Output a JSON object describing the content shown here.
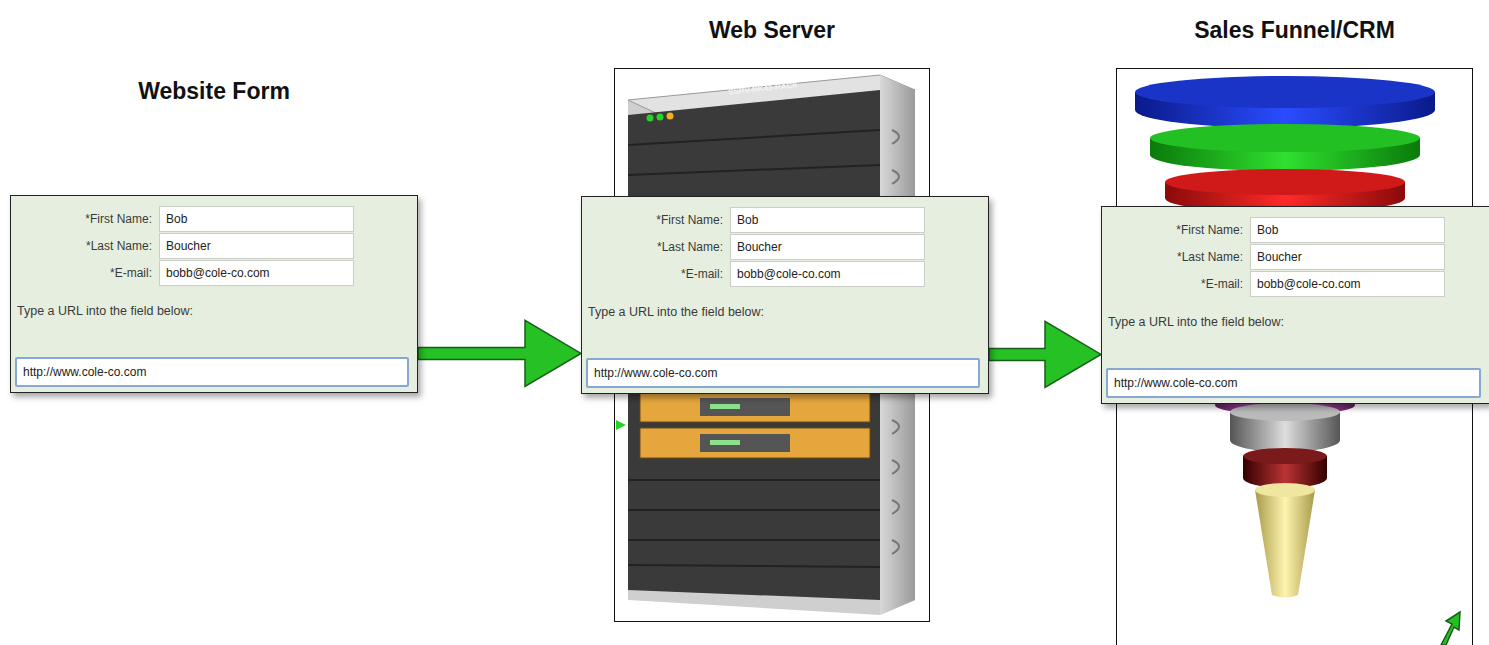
{
  "diagram": {
    "nodes": [
      {
        "text": [
          "Website Form",
          "*First Name:",
          "Bob",
          "*Last Name:",
          "Boucher",
          "*E-mail:",
          "bobb@cole-co.com",
          "Type a URL into the field below:",
          "http://www.cole-co.com"
        ]
      },
      {
        "text": [
          "Web Server"
        ]
      },
      {
        "text": [
          "*First Name:",
          "Bob",
          "*Last Name:",
          "Boucher",
          "*E-mail:",
          "bobb@cole-co.com",
          "Type a URL into the field below:",
          "http://www.cole-co.com"
        ],
        "in": 1
      },
      {
        "text": [
          "Sales Funnel/CRM"
        ]
      },
      {
        "text": [
          "*First Name:",
          "Bob",
          "*Last Name:",
          "Boucher",
          "*E-mail:",
          "bobb@cole-co.com",
          "Type a URL into the field below:",
          "http://www.cole-co.com"
        ],
        "in": 3
      }
    ],
    "edges": [
      {
        "from": 0,
        "to": 2,
        "arrow": "to"
      },
      {
        "from": 2,
        "to": 4,
        "arrow": "to"
      }
    ],
    "labels": [
      "SSRV-RK43-RACK"
    ]
  }
}
